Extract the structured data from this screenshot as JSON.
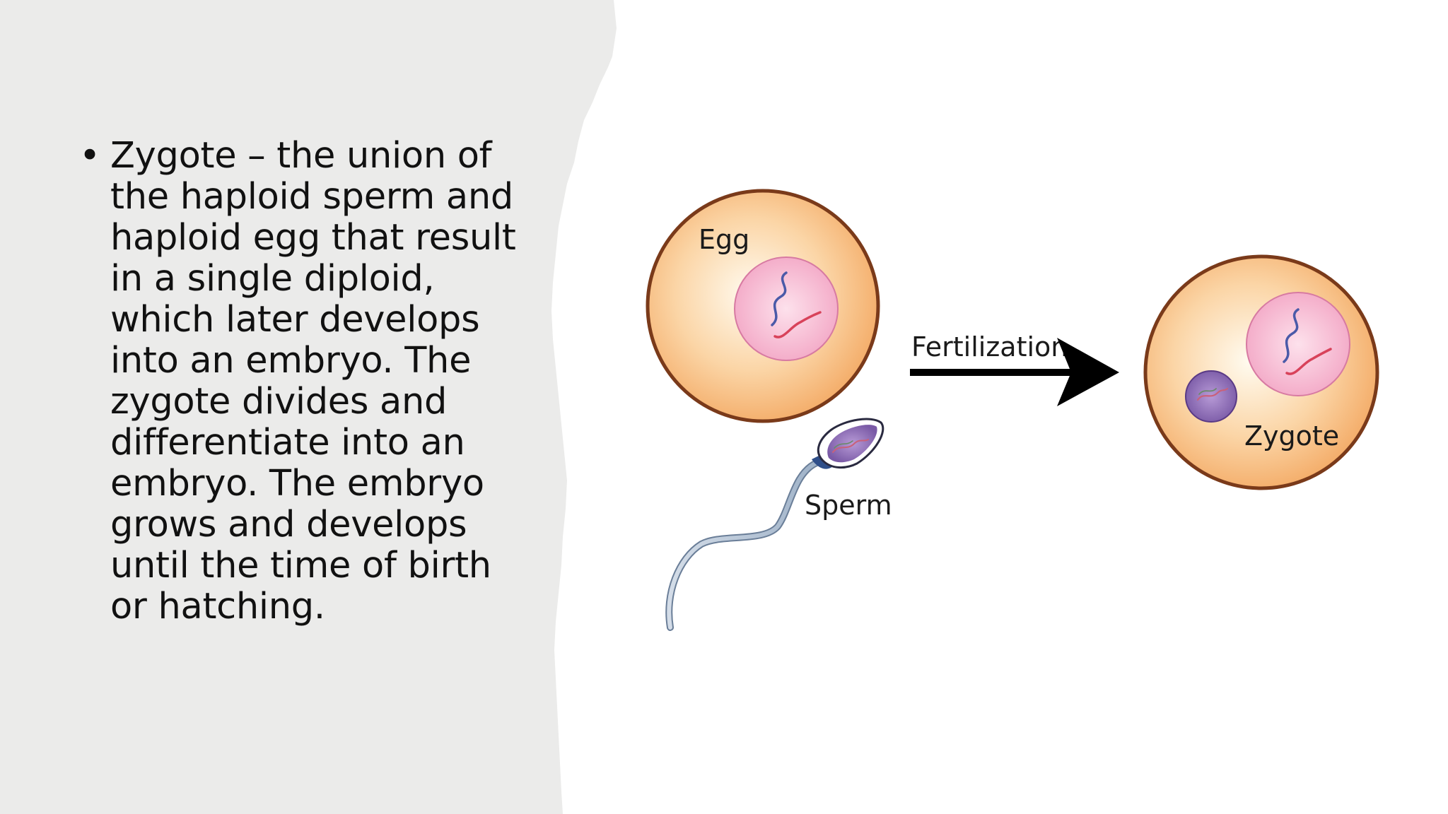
{
  "slide": {
    "bullet_symbol": "•",
    "bullet_text": "Zygote – the union of\nthe haploid sperm and\nhaploid egg that result\nin a single diploid,\nwhich later develops\ninto an embryo. The\nzygote divides and\ndifferentiate into an\nembryo. The embryo\ngrows and develops\nuntil the time of birth\nor hatching."
  },
  "diagram": {
    "egg_label": "Egg",
    "sperm_label": "Sperm",
    "arrow_label": "Fertilization",
    "zygote_label": "Zygote"
  },
  "colors": {
    "panel_background": "#ebebea",
    "cell_outline": "#7a3a1a",
    "cell_fill_center": "#fffbf0",
    "cell_fill_edge": "#f3a862",
    "nucleus_fill": "#f6bcd4",
    "chromosome_blue": "#4a5aa8",
    "chromosome_red": "#d8425a",
    "sperm_head": "#8c6fb6",
    "arrow": "#000000"
  }
}
